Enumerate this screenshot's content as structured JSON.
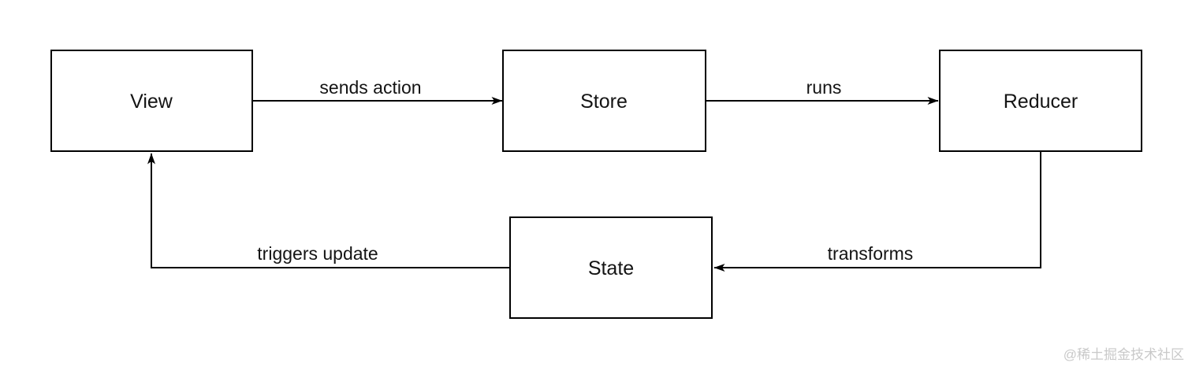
{
  "diagram": {
    "nodes": [
      {
        "id": "view",
        "label": "View"
      },
      {
        "id": "store",
        "label": "Store"
      },
      {
        "id": "reducer",
        "label": "Reducer"
      },
      {
        "id": "state",
        "label": "State"
      }
    ],
    "edges": [
      {
        "from": "view",
        "to": "store",
        "label": "sends action"
      },
      {
        "from": "store",
        "to": "reducer",
        "label": "runs"
      },
      {
        "from": "reducer",
        "to": "state",
        "label": "transforms"
      },
      {
        "from": "state",
        "to": "view",
        "label": "triggers update"
      }
    ]
  },
  "watermark": {
    "text": "@稀土掘金技术社区"
  },
  "colors": {
    "line": "#000000",
    "box_fill": "#ffffff",
    "text": "#141414",
    "watermark": "#c9c9c9",
    "background": "#ffffff"
  }
}
